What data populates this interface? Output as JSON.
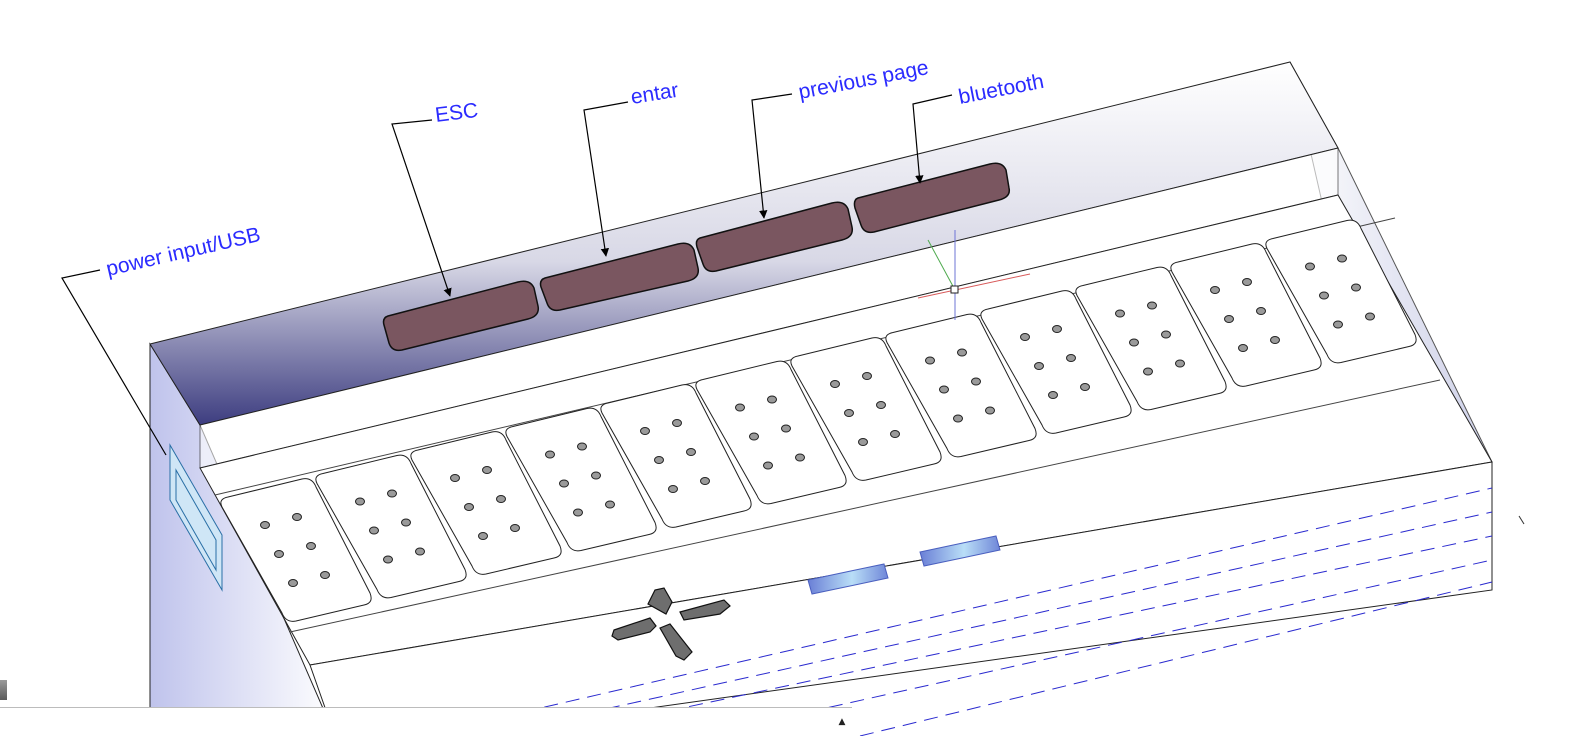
{
  "callouts": {
    "esc": "ESC",
    "enter": "entar",
    "previous_page": "previous page",
    "bluetooth": "bluetooth",
    "power": "power input/USB"
  },
  "braille_cells": {
    "count": 12,
    "dots_per_cell": 6
  },
  "colors": {
    "label_text": "#2b2bff",
    "button_fill": "#7a5660",
    "gradient_dark": "#3d3d80",
    "dpad_fill": "#6e6e6e",
    "indicator_fill": "#8fc4ec"
  },
  "icons": {
    "dpad": "directional-pad-icon",
    "scroll": "scroll-up-arrow-icon"
  }
}
